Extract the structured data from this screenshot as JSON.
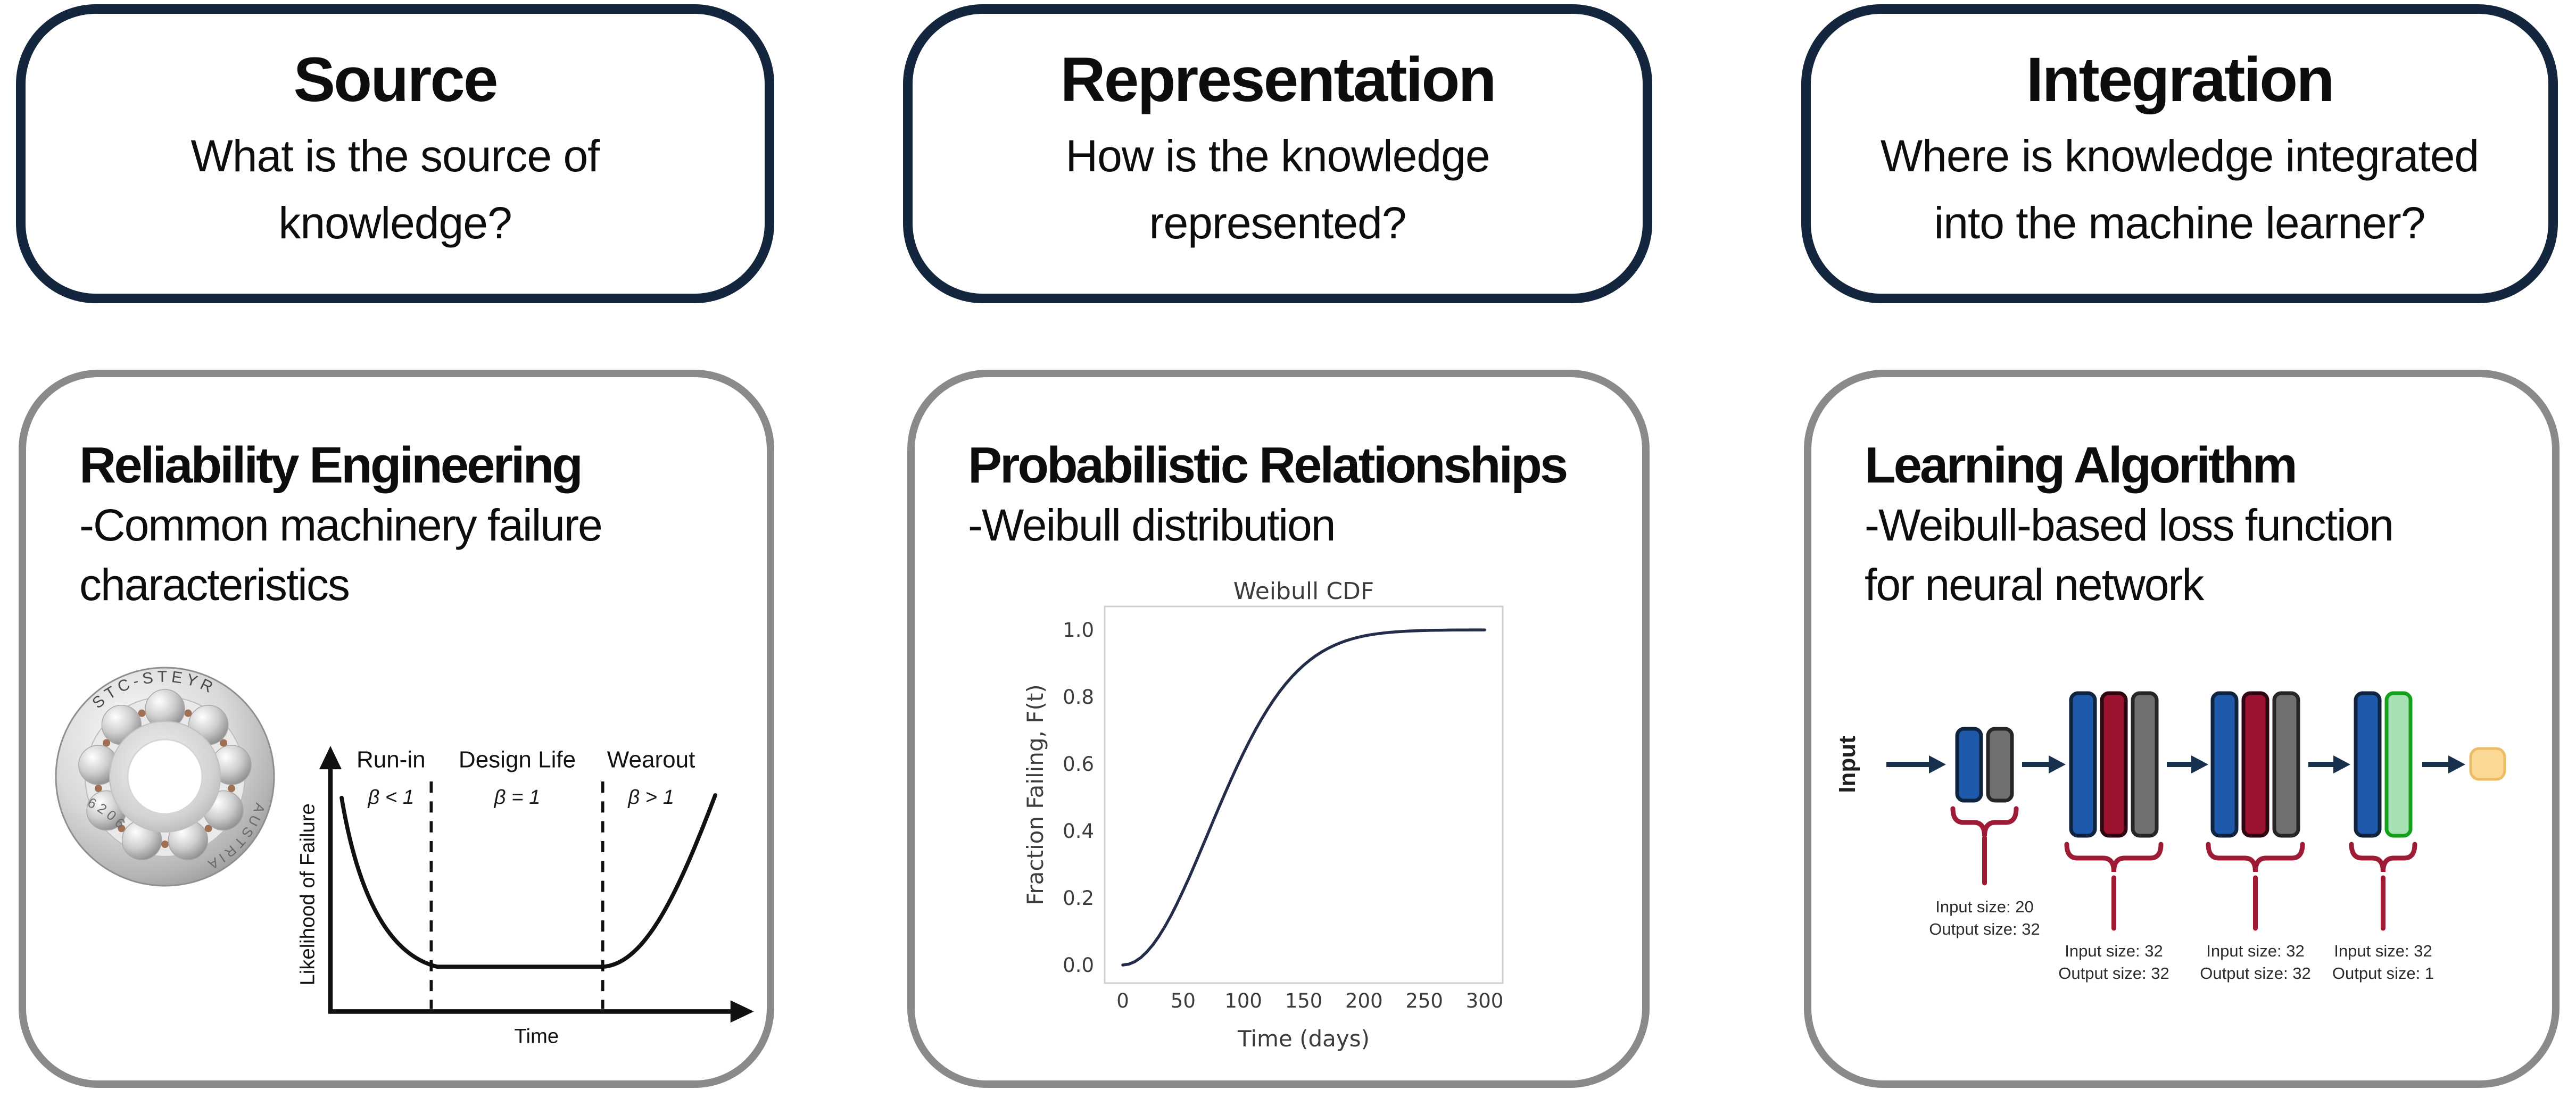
{
  "columns": {
    "source": {
      "header": {
        "title": "Source",
        "question_lines": [
          "What is the source of",
          "knowledge?"
        ]
      },
      "card": {
        "title": "Reliability Engineering",
        "body_lines": [
          "-Common machinery failure",
          "characteristics"
        ],
        "bearing": {
          "brand": "STC-STEYR",
          "country": "AUSTRIA",
          "model": "6206"
        }
      }
    },
    "representation": {
      "header": {
        "title": "Representation",
        "question_lines": [
          "How is the knowledge",
          "represented?"
        ]
      },
      "card": {
        "title": "Probabilistic Relationships",
        "body_lines": [
          "-Weibull distribution",
          ""
        ]
      }
    },
    "integration": {
      "header": {
        "title": "Integration",
        "question_lines": [
          "Where is knowledge integrated",
          "into the machine learner?"
        ]
      },
      "card": {
        "title": "Learning Algorithm",
        "body_lines": [
          "-Weibull-based loss function",
          "for neural network"
        ]
      }
    }
  },
  "chart_data": [
    {
      "id": "bathtub_curve",
      "type": "line",
      "shape": "bathtub",
      "xlabel": "Time",
      "ylabel": "Likelihood of Failure",
      "sections": [
        {
          "name": "Run-in",
          "beta": "β < 1"
        },
        {
          "name": "Design Life",
          "beta": "β = 1"
        },
        {
          "name": "Wearout",
          "beta": "β > 1"
        }
      ],
      "grid": false,
      "axes": "arrows, no ticks"
    },
    {
      "id": "weibull_cdf",
      "type": "line",
      "title": "Weibull CDF",
      "xlabel": "Time (days)",
      "ylabel": "Fraction Failing, F(t)",
      "xlim": [
        0,
        300
      ],
      "ylim": [
        0.0,
        1.0
      ],
      "x_ticks": [
        "0",
        "50",
        "100",
        "150",
        "200",
        "250",
        "300"
      ],
      "y_ticks": [
        "0.0",
        "0.2",
        "0.4",
        "0.6",
        "0.8",
        "1.0"
      ],
      "weibull_shape": 2,
      "weibull_scale": 100,
      "points": [
        [
          0,
          0.0
        ],
        [
          50,
          0.22
        ],
        [
          100,
          0.63
        ],
        [
          150,
          0.89
        ],
        [
          200,
          0.98
        ],
        [
          250,
          1.0
        ],
        [
          300,
          1.0
        ]
      ],
      "grid": false,
      "legend": "none"
    }
  ],
  "nn_diagram": {
    "input_label": "Input",
    "layers": [
      {
        "bars": [
          "blue",
          "gray"
        ],
        "annotation_lines": [
          "Input size: 20",
          "Output size: 32"
        ]
      },
      {
        "bars": [
          "blue",
          "red",
          "gray"
        ],
        "annotation_lines": [
          "Input size: 32",
          "Output size: 32"
        ]
      },
      {
        "bars": [
          "blue",
          "red",
          "gray"
        ],
        "annotation_lines": [
          "Input size: 32",
          "Output size: 32"
        ]
      },
      {
        "bars": [
          "blue",
          "green"
        ],
        "annotation_lines": [
          "Input size: 32",
          "Output size: 1"
        ]
      }
    ],
    "bar_colors": {
      "blue": {
        "fill": "#1e5aa9",
        "stroke": "#10233f"
      },
      "red": {
        "fill": "#9b132f",
        "stroke": "#2f0712"
      },
      "gray": {
        "fill": "#707070",
        "stroke": "#262626"
      },
      "green": {
        "fill": "#a6e0b4",
        "stroke": "#16a11c"
      }
    },
    "output_node_color": {
      "fill": "#fbd893",
      "stroke": "#edbc66"
    },
    "arrow_color": "#16304e",
    "brace_color": "#9e1b36",
    "label_color": "#2b2b2b"
  },
  "colors": {
    "header_border": "#14263e",
    "card_border": "#8a8a8a",
    "curve_navy": "#232c48",
    "chart_text": "#3c3c3c",
    "chart_frame": "#cfcfcf"
  }
}
